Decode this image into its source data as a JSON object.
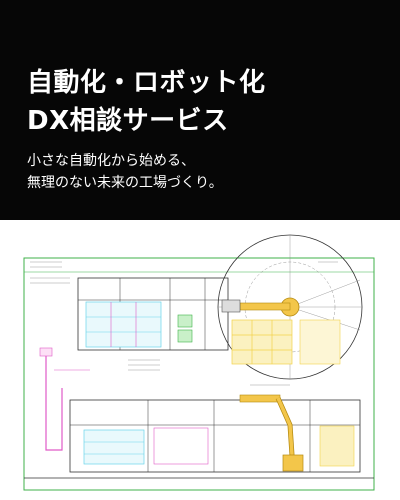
{
  "hero": {
    "title_line1": "自動化・ロボット化",
    "title_line2": "DX相談サービス",
    "subtitle_line1": "小さな自動化から始める、",
    "subtitle_line2": "無理のない未来の工場づくり。"
  },
  "colors": {
    "hero_bg": "#060606",
    "hero_text": "#ffffff",
    "line_green": "#3fb24a",
    "line_dark": "#333333",
    "magenta": "#e05bc8",
    "yellow": "#f2d24a",
    "cyan": "#6ad4ea"
  },
  "icons": {
    "drawing": "cad-robot-cell-layout"
  }
}
